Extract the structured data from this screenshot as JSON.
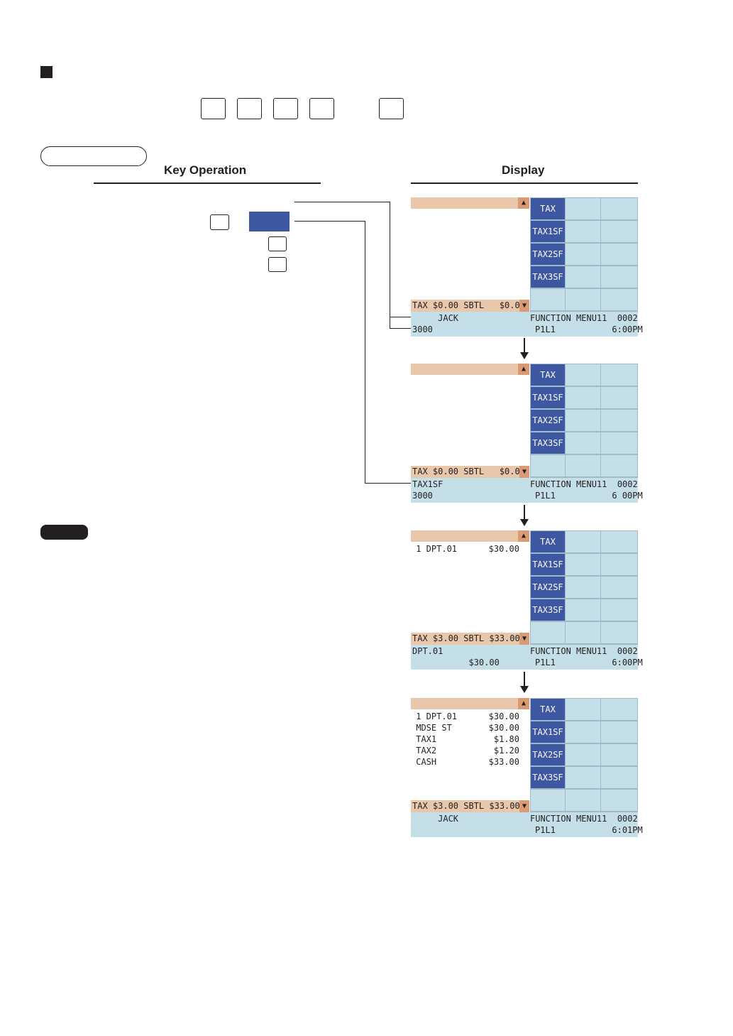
{
  "headings": {
    "key_operation": "Key Operation",
    "display": "Display"
  },
  "func_keys": [
    "TAX",
    "TAX1SF",
    "TAX2SF",
    "TAX3SF"
  ],
  "screens": [
    {
      "receipt": [],
      "taxbar": "TAX $0.00 SBTL   $0.00",
      "status_l1_left": "     JACK",
      "status_l1_right": "FUNCTION MENU11  0002",
      "status_l2_left": "3000",
      "status_l2_right": "P1L1           6:00PM"
    },
    {
      "receipt": [],
      "taxbar": "TAX $0.00 SBTL   $0.00",
      "status_l1_left": "TAX1SF",
      "status_l1_right": "FUNCTION MENU11  0002",
      "status_l2_left": "3000",
      "status_l2_right": "P1L1           6 00PM"
    },
    {
      "receipt": [
        {
          "left": " 1 DPT.01",
          "right": "$30.00"
        }
      ],
      "taxbar": "TAX $3.00 SBTL $33.00",
      "status_l1_left": "DPT.01",
      "status_l1_right": "FUNCTION MENU11  0002",
      "status_l2_left": "           $30.00",
      "status_l2_right": "P1L1           6:00PM"
    },
    {
      "receipt": [
        {
          "left": " 1 DPT.01",
          "right": "$30.00"
        },
        {
          "left": " MDSE ST",
          "right": "$30.00"
        },
        {
          "left": " TAX1",
          "right": "$1.80"
        },
        {
          "left": " TAX2",
          "right": "$1.20"
        },
        {
          "left": " CASH",
          "right": "$33.00"
        }
      ],
      "taxbar": "TAX $3.00 SBTL $33.00",
      "status_l1_left": "     JACK",
      "status_l1_right": "FUNCTION MENU11  0002",
      "status_l2_left": "",
      "status_l2_right": "P1L1           6:01PM"
    }
  ]
}
